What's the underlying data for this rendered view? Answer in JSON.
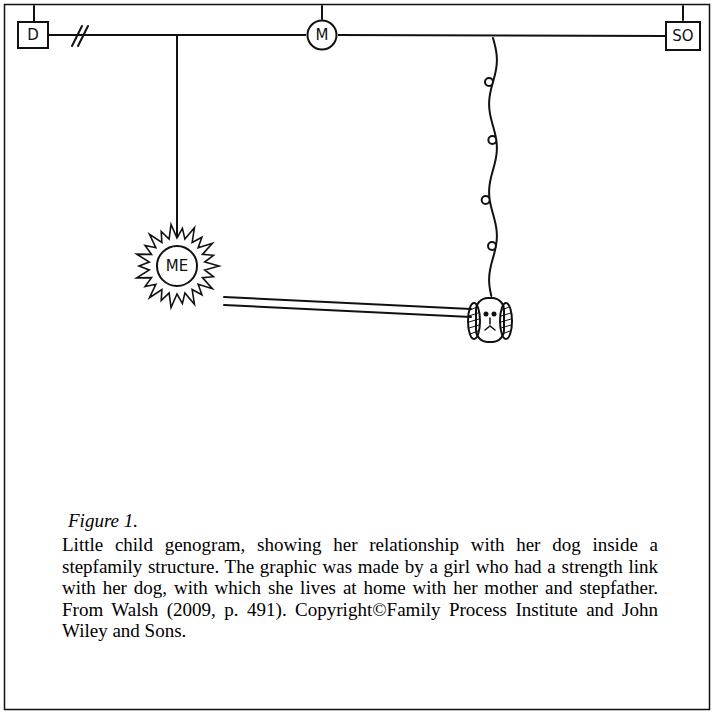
{
  "diagram": {
    "caption": "Little child genogram, showing her relationship with her dog inside a stepfamily structure. The graphic was made by a girl who had a strength link with her dog, with which she lives at home with her mother and stepfather. From Walsh (2009, p. 491). Copyright©Family Process Institute and John Wiley and Sons.",
    "nodes": [
      {
        "text": [
          "D"
        ]
      },
      {
        "text": [
          "M"
        ]
      },
      {
        "text": [
          "SO"
        ]
      },
      {
        "text": [
          "ME"
        ]
      }
    ],
    "edges": [
      {
        "from": 0,
        "to": 1,
        "arrow": "none"
      },
      {
        "from": 1,
        "to": 2,
        "arrow": "none"
      },
      {
        "from": 0,
        "to": 3,
        "arrow": "none"
      },
      {
        "from": 1,
        "to": 3,
        "arrow": "none"
      }
    ],
    "labels": [
      "Figure 1."
    ]
  }
}
